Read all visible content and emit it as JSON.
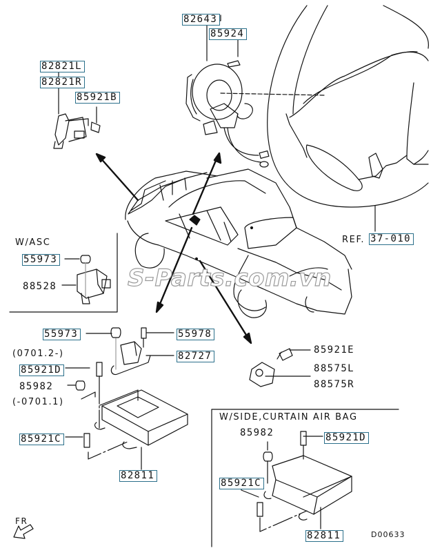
{
  "diagram": {
    "title_code": "D00633",
    "watermark": "S-Parts.com.vn",
    "direction_label": "FR",
    "reference": {
      "prefix": "REF.",
      "code": "37-010"
    },
    "groups": {
      "w_asc": {
        "title": "W/ASC"
      },
      "side_curtain": {
        "title": "W/SIDE,CURTAIN AIR BAG"
      }
    },
    "parts": {
      "p82643": "82643",
      "p85924": "85924",
      "p82821L": "82821L",
      "p82821R": "82821R",
      "p85921B": "85921B",
      "asc_55973": "55973",
      "asc_88528": "88528",
      "p55973": "55973",
      "p55978": "55978",
      "p82727": "82727",
      "date_range_new": "(0701.2-)",
      "p85921D": "85921D",
      "p85982": "85982",
      "date_range_old": "(-0701.1)",
      "p85921C": "85921C",
      "p82811": "82811",
      "p85921E": "85921E",
      "p88575L": "88575L",
      "p88575R": "88575R",
      "side_85982": "85982",
      "side_85921D": "85921D",
      "side_85921C": "85921C",
      "side_82811": "82811"
    }
  }
}
